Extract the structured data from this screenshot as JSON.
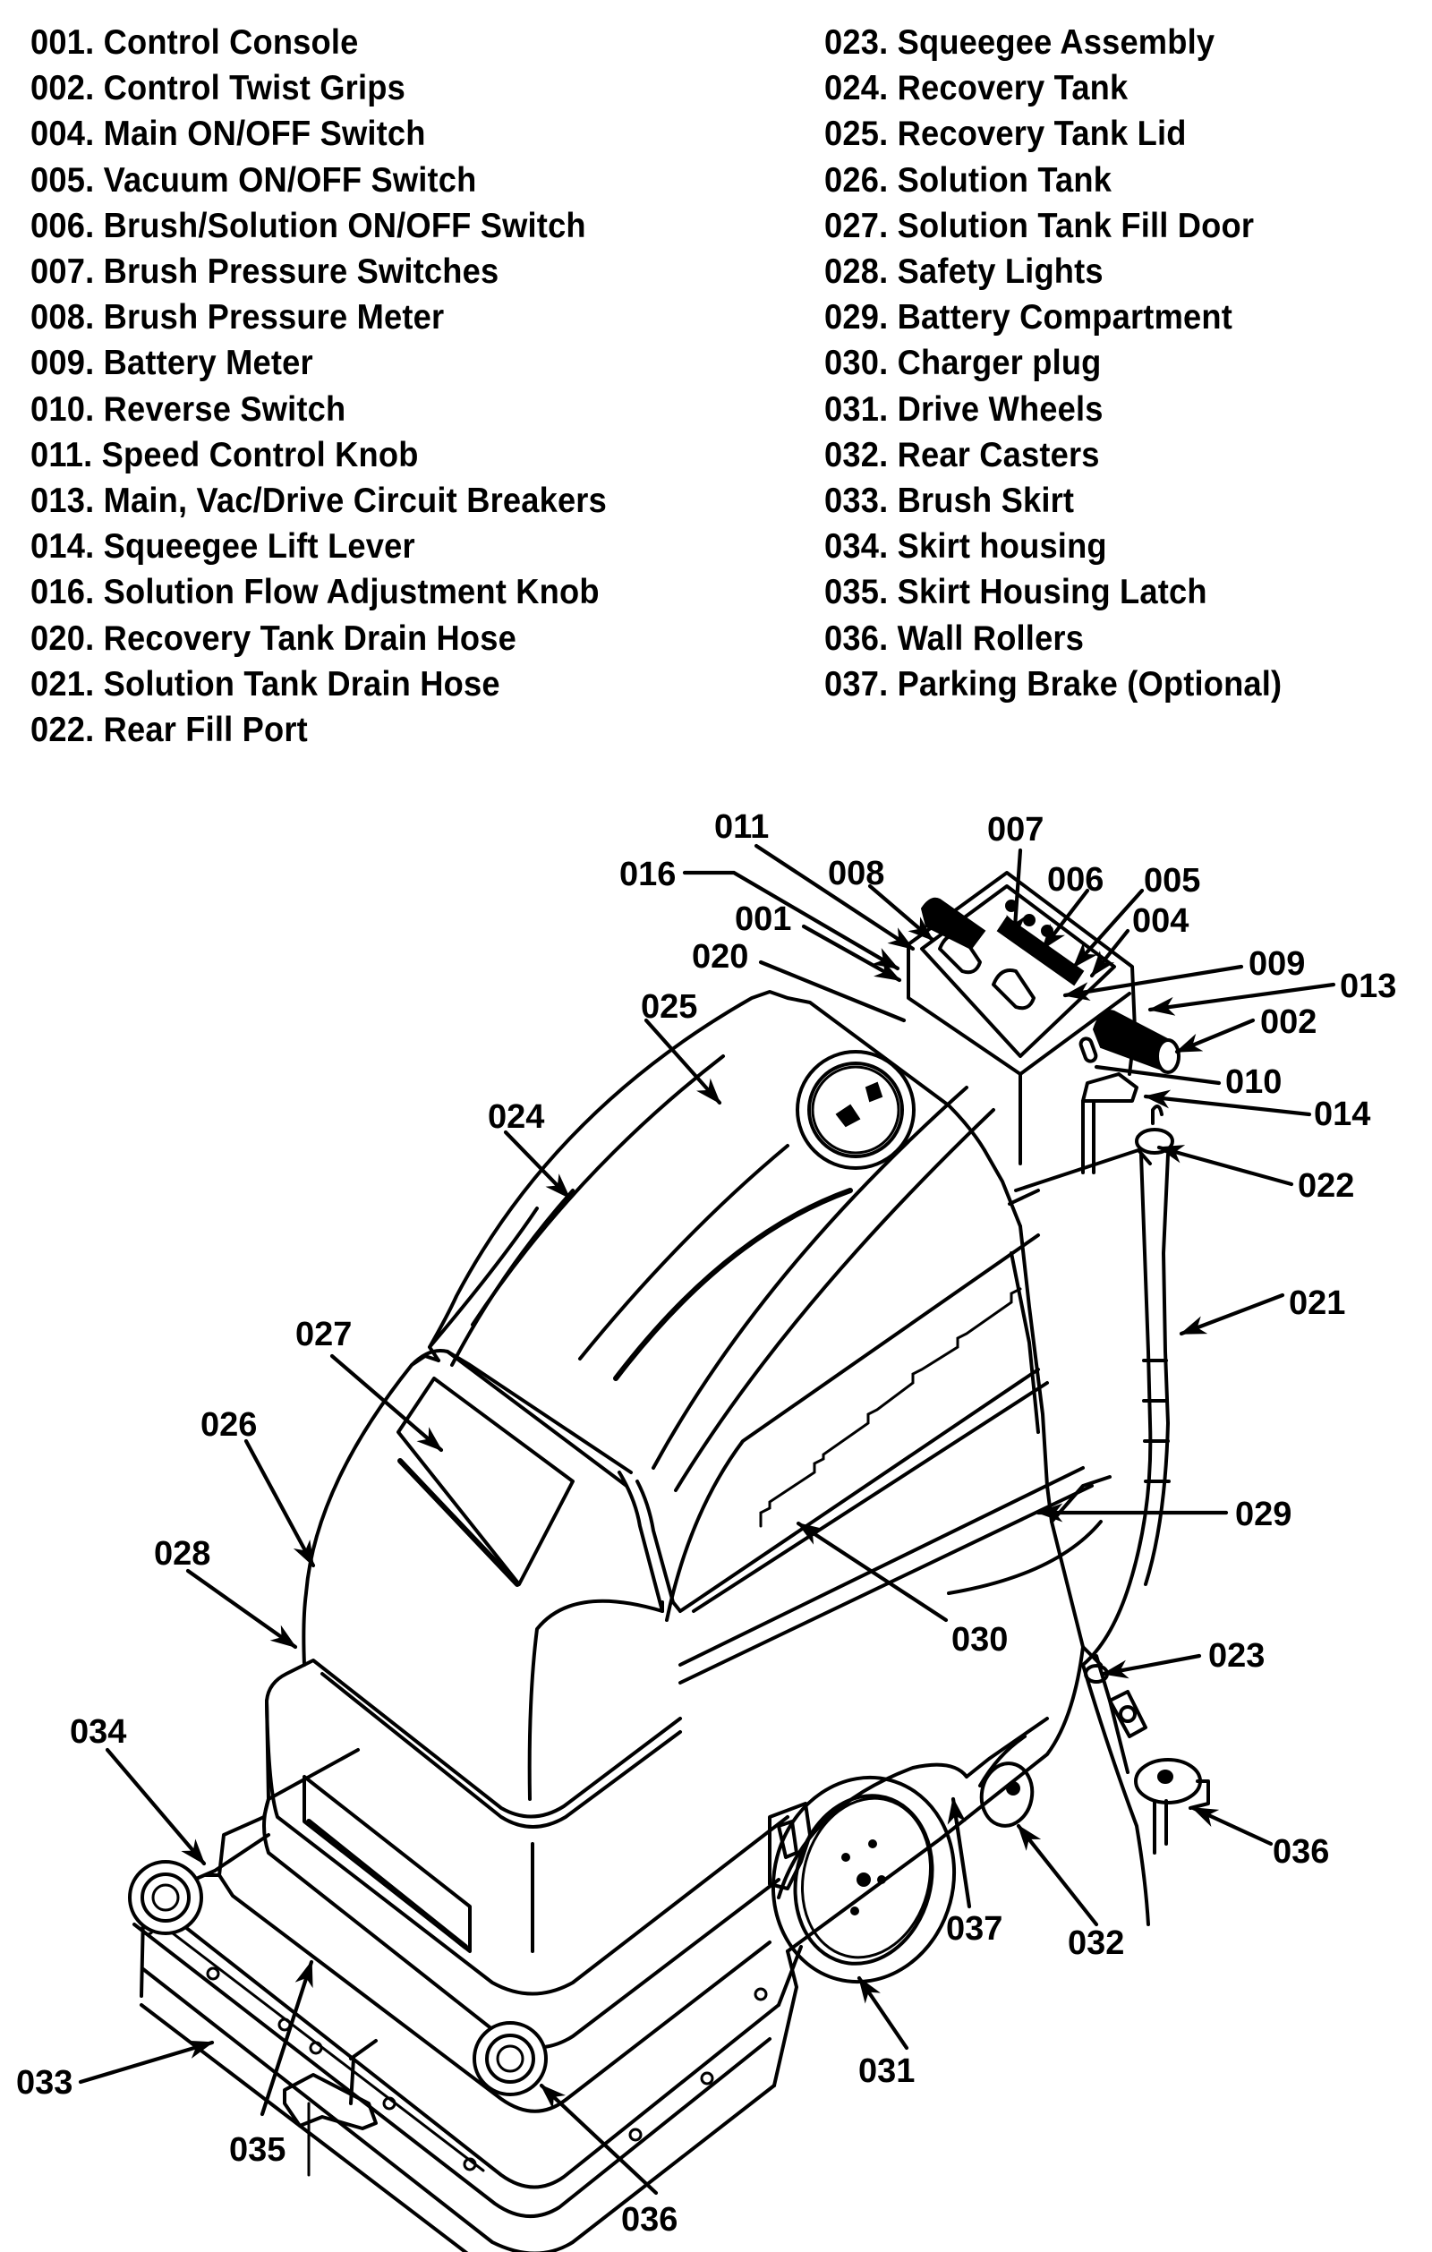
{
  "legend": {
    "left": [
      {
        "code": "001",
        "label": "Control Console",
        "text": "001. Control Console"
      },
      {
        "code": "002",
        "label": "Control Twist Grips",
        "text": "002. Control Twist Grips"
      },
      {
        "code": "004",
        "label": "Main ON/OFF Switch",
        "text": "004. Main ON/OFF Switch"
      },
      {
        "code": "005",
        "label": "Vacuum ON/OFF Switch",
        "text": "005. Vacuum ON/OFF Switch"
      },
      {
        "code": "006",
        "label": "Brush/Solution ON/OFF Switch",
        "text": "006. Brush/Solution ON/OFF Switch"
      },
      {
        "code": "007",
        "label": "Brush Pressure Switches",
        "text": "007. Brush Pressure Switches"
      },
      {
        "code": "008",
        "label": "Brush Pressure Meter",
        "text": "008. Brush Pressure Meter"
      },
      {
        "code": "009",
        "label": "Battery Meter",
        "text": "009. Battery Meter"
      },
      {
        "code": "010",
        "label": "Reverse Switch",
        "text": "010. Reverse Switch"
      },
      {
        "code": "011",
        "label": "Speed Control Knob",
        "text": "011. Speed Control Knob"
      },
      {
        "code": "013",
        "label": "Main, Vac/Drive Circuit Breakers",
        "text": "013. Main, Vac/Drive Circuit Breakers"
      },
      {
        "code": "014",
        "label": "Squeegee Lift Lever",
        "text": "014. Squeegee Lift Lever"
      },
      {
        "code": "016",
        "label": "Solution Flow Adjustment Knob",
        "text": "016. Solution Flow Adjustment Knob"
      },
      {
        "code": "020",
        "label": "Recovery Tank Drain Hose",
        "text": "020. Recovery Tank Drain Hose"
      },
      {
        "code": "021",
        "label": "Solution Tank Drain Hose",
        "text": "021. Solution Tank Drain Hose"
      },
      {
        "code": "022",
        "label": "Rear Fill Port",
        "text": "022. Rear Fill Port"
      }
    ],
    "right": [
      {
        "code": "023",
        "label": "Squeegee Assembly",
        "text": "023. Squeegee Assembly"
      },
      {
        "code": "024",
        "label": "Recovery Tank",
        "text": "024. Recovery Tank"
      },
      {
        "code": "025",
        "label": "Recovery Tank Lid",
        "text": "025. Recovery Tank Lid"
      },
      {
        "code": "026",
        "label": "Solution Tank",
        "text": "026. Solution Tank"
      },
      {
        "code": "027",
        "label": "Solution Tank Fill Door",
        "text": "027. Solution Tank Fill Door"
      },
      {
        "code": "028",
        "label": "Safety Lights",
        "text": "028. Safety Lights"
      },
      {
        "code": "029",
        "label": "Battery Compartment",
        "text": "029. Battery Compartment"
      },
      {
        "code": "030",
        "label": "Charger plug",
        "text": "030. Charger plug"
      },
      {
        "code": "031",
        "label": "Drive Wheels",
        "text": "031. Drive Wheels"
      },
      {
        "code": "032",
        "label": "Rear Casters",
        "text": "032. Rear Casters"
      },
      {
        "code": "033",
        "label": "Brush Skirt",
        "text": "033. Brush Skirt"
      },
      {
        "code": "034",
        "label": "Skirt housing",
        "text": "034. Skirt housing"
      },
      {
        "code": "035",
        "label": "Skirt Housing Latch",
        "text": "035. Skirt Housing Latch"
      },
      {
        "code": "036",
        "label": "Wall Rollers",
        "text": "036. Wall Rollers"
      },
      {
        "code": "037",
        "label": "Parking Brake (Optional)",
        "text": "037. Parking Brake (Optional)"
      }
    ]
  },
  "callouts": {
    "c011": "011",
    "c007": "007",
    "c016": "016",
    "c008": "008",
    "c006": "006",
    "c005": "005",
    "c001": "001",
    "c004": "004",
    "c020": "020",
    "c009": "009",
    "c013": "013",
    "c002": "002",
    "c025": "025",
    "c010": "010",
    "c024": "024",
    "c014": "014",
    "c022": "022",
    "c021": "021",
    "c027": "027",
    "c026": "026",
    "c029": "029",
    "c028": "028",
    "c030": "030",
    "c023": "023",
    "c034": "034",
    "c036a": "036",
    "c037": "037",
    "c032": "032",
    "c033": "033",
    "c031": "031",
    "c035": "035",
    "c036b": "036"
  },
  "colors": {
    "ink": "#000000",
    "paper": "#ffffff"
  }
}
